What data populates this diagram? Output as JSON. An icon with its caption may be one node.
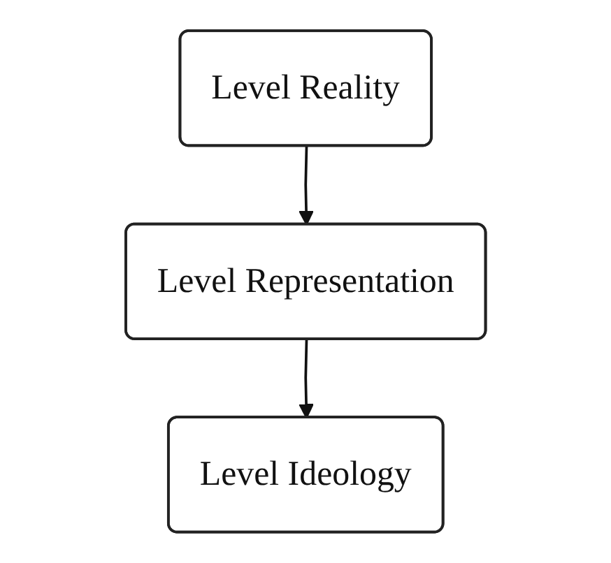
{
  "diagram": {
    "nodes": [
      {
        "text": [
          "Level Reality"
        ]
      },
      {
        "text": [
          "Level Representation"
        ]
      },
      {
        "text": [
          "Level Ideology"
        ]
      }
    ],
    "edges": [
      {
        "from": 0,
        "to": 1,
        "arrow": "to"
      },
      {
        "from": 1,
        "to": 2,
        "arrow": "to"
      }
    ]
  }
}
